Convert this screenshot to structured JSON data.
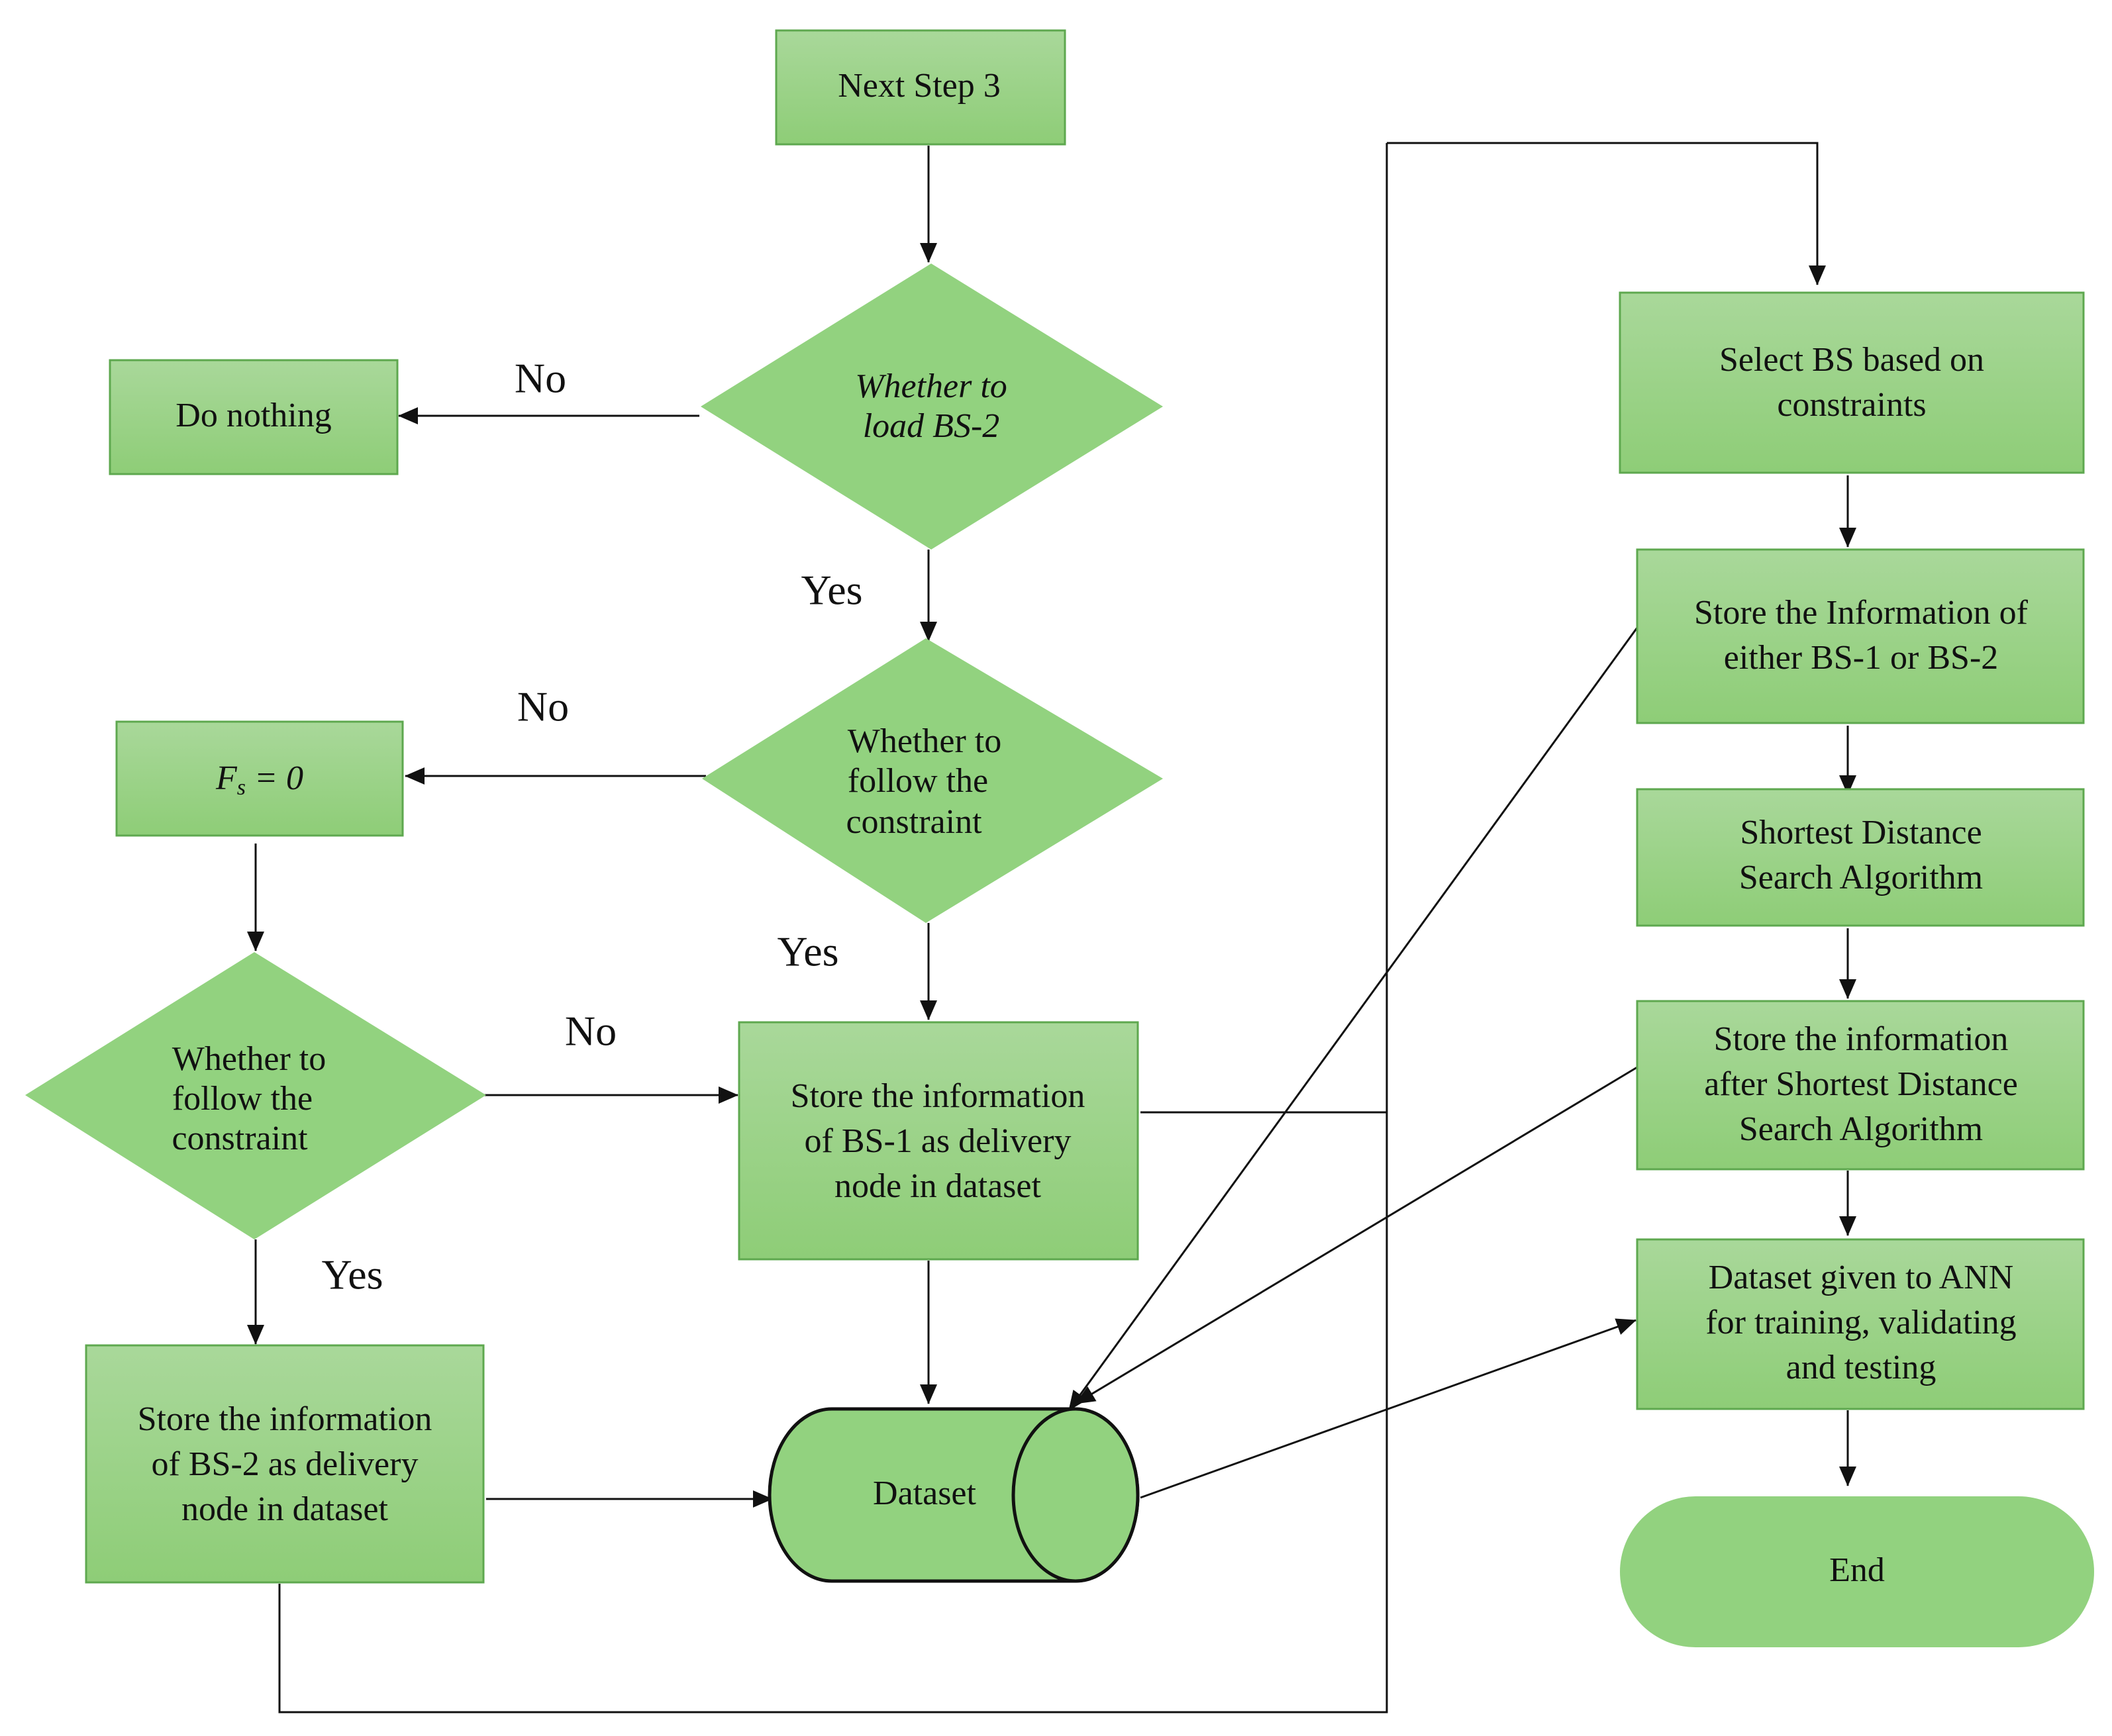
{
  "nodes": {
    "next_step": "Next Step 3",
    "do_nothing": "Do nothing",
    "decision_load_bs2": [
      "Whether to",
      "load BS-2"
    ],
    "decision_follow_1": [
      "Whether to",
      "follow the",
      "constraint"
    ],
    "fs_zero": {
      "base": "F",
      "sub": "s",
      "rest": " = 0"
    },
    "decision_follow_2": [
      "Whether to",
      "follow the",
      "constraint"
    ],
    "store_bs1": [
      "Store the information",
      "of BS-1 as delivery",
      "node in dataset"
    ],
    "store_bs2": [
      "Store the information",
      "of BS-2 as delivery",
      "node in dataset"
    ],
    "dataset": "Dataset",
    "select_bs": [
      "Select BS based on",
      "constraints"
    ],
    "store_either": [
      "Store the Information of",
      "either BS-1 or BS-2"
    ],
    "shortest_distance": [
      "Shortest Distance",
      "Search Algorithm"
    ],
    "store_after": [
      "Store the information",
      "after Shortest Distance",
      "Search Algorithm"
    ],
    "dataset_ann": [
      "Dataset given to ANN",
      "for training, validating",
      "and testing"
    ],
    "end": "End"
  },
  "edge_labels": {
    "no_1": "No",
    "yes_1": "Yes",
    "no_2": "No",
    "yes_2": "Yes",
    "no_3": "No",
    "yes_3": "Yes"
  },
  "colors": {
    "fill_top": "#a9d89a",
    "fill_bottom": "#8fce78",
    "fill_flat": "#92d27f",
    "border": "#5ea84f",
    "line": "#111111"
  }
}
